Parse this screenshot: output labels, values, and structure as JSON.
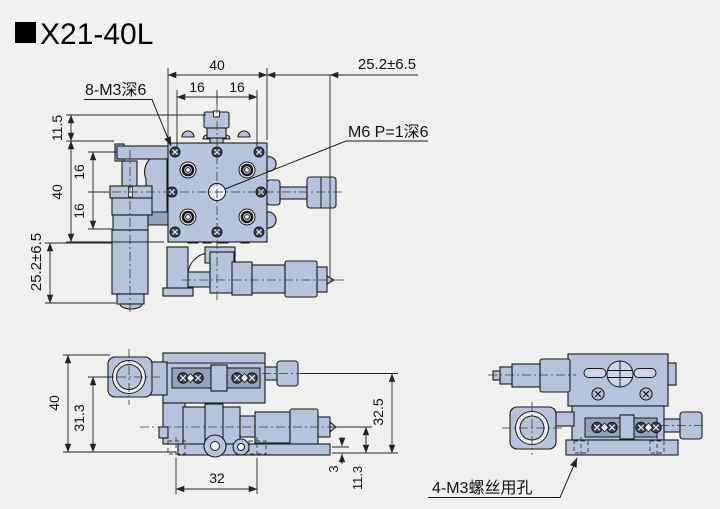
{
  "title": {
    "bullet": "■",
    "model": "X21-40L"
  },
  "colors": {
    "background": "#f0f0ee",
    "body_fill": "#b7c3da",
    "recess_fill": "#93a2bd",
    "line": "#1a1a1a"
  },
  "top_view": {
    "dim_width_top": "40",
    "dim_half_left": "16",
    "dim_half_right": "16",
    "dim_travel_right": "25.2±6.5",
    "dim_screw_height": "11.5",
    "dim_half_upper": "16",
    "dim_half_lower": "16",
    "dim_width_left": "40",
    "dim_travel_bottom": "25.2±6.5",
    "label_corner_holes": "8-M3深6",
    "label_center_hole": "M6 P=1深6"
  },
  "front_view": {
    "dim_height": "40",
    "dim_axis_height": "31.3",
    "dim_hole_spacing": "32",
    "dim_base_thickness": "3",
    "dim_axis_to_base": "11.3",
    "dim_top_axis_height": "32.5"
  },
  "side_view": {
    "label_mount_holes": "4-M3螺丝用孔"
  }
}
